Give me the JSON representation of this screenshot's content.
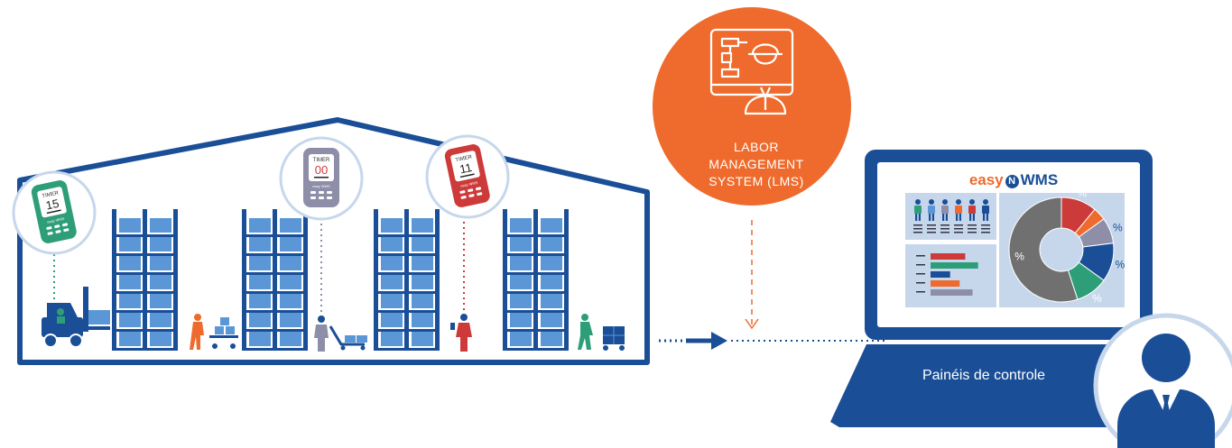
{
  "lms": {
    "line1": "LABOR",
    "line2": "MANAGEMENT",
    "line3": "SYSTEM (LMS)"
  },
  "dashboard": {
    "brand_left": "easy",
    "brand_mark": "N",
    "brand_right": "WMS",
    "label": "Painéis de controle",
    "percent_label": "%"
  },
  "timers": [
    {
      "label": "TIMER",
      "value": "15",
      "brand": "easy WMS",
      "color": "#2e9e79"
    },
    {
      "label": "TIMER",
      "value": "00",
      "brand": "easy WMS",
      "color": "#8f8ea8"
    },
    {
      "label": "TIMER",
      "value": "11",
      "brand": "easy WMS",
      "color": "#cc3b3a"
    }
  ],
  "colors": {
    "orange": "#ee6b2d",
    "blue": "#1a4e96",
    "green": "#2e9e79",
    "purple": "#8f8ea8",
    "red": "#cc3b3a",
    "rack_box": "#5b97d6",
    "panel_bg": "#c6d7ec"
  }
}
